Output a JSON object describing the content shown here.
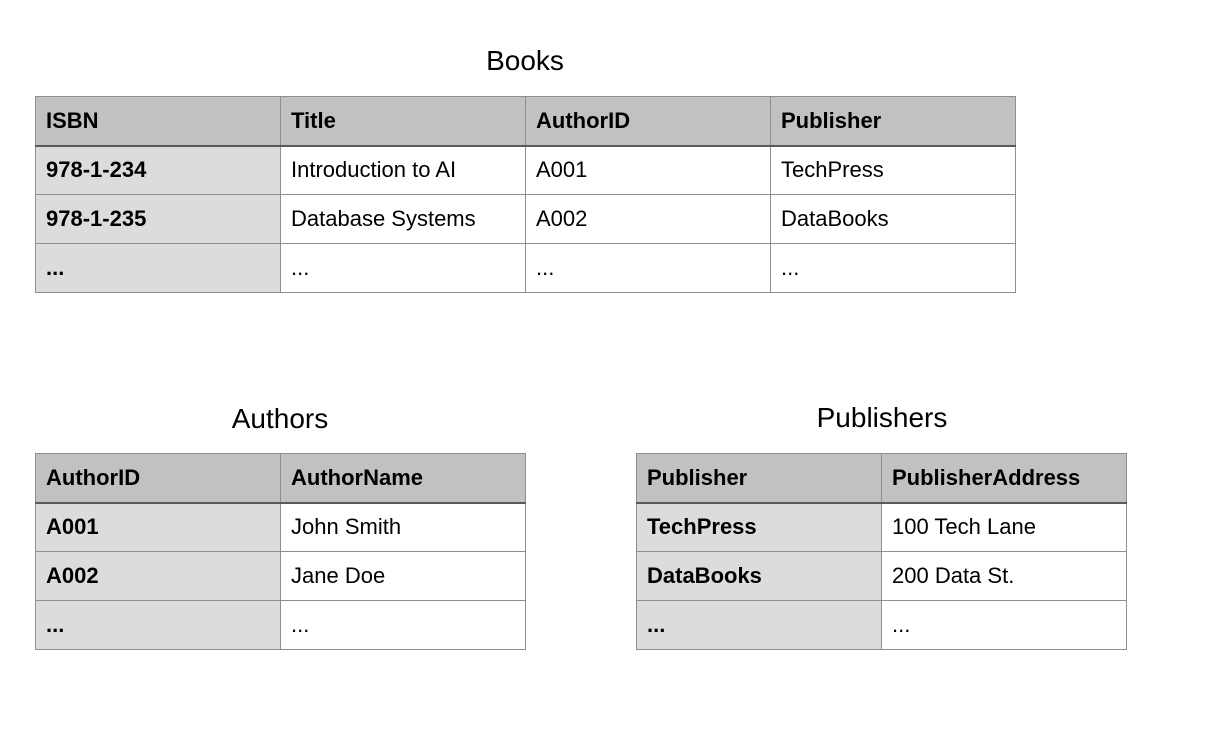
{
  "tables": {
    "books": {
      "title": "Books",
      "columns": [
        "ISBN",
        "Title",
        "AuthorID",
        "Publisher"
      ],
      "rows": [
        [
          "978-1-234",
          "Introduction to AI",
          "A001",
          "TechPress"
        ],
        [
          "978-1-235",
          "Database Systems",
          "A002",
          "DataBooks"
        ],
        [
          "...",
          "...",
          "...",
          "..."
        ]
      ]
    },
    "authors": {
      "title": "Authors",
      "columns": [
        "AuthorID",
        "AuthorName"
      ],
      "rows": [
        [
          "A001",
          "John Smith"
        ],
        [
          "A002",
          "Jane Doe"
        ],
        [
          "...",
          "..."
        ]
      ]
    },
    "publishers": {
      "title": "Publishers",
      "columns": [
        "Publisher",
        "PublisherAddress"
      ],
      "rows": [
        [
          "TechPress",
          "100 Tech Lane"
        ],
        [
          "DataBooks",
          "200 Data St."
        ],
        [
          "...",
          "..."
        ]
      ]
    }
  },
  "colors": {
    "header_bg": "#c0c1c0",
    "key_column_bg": "#dcdcdc",
    "cell_bg": "#ffffff",
    "border": "#8e8e8e"
  }
}
